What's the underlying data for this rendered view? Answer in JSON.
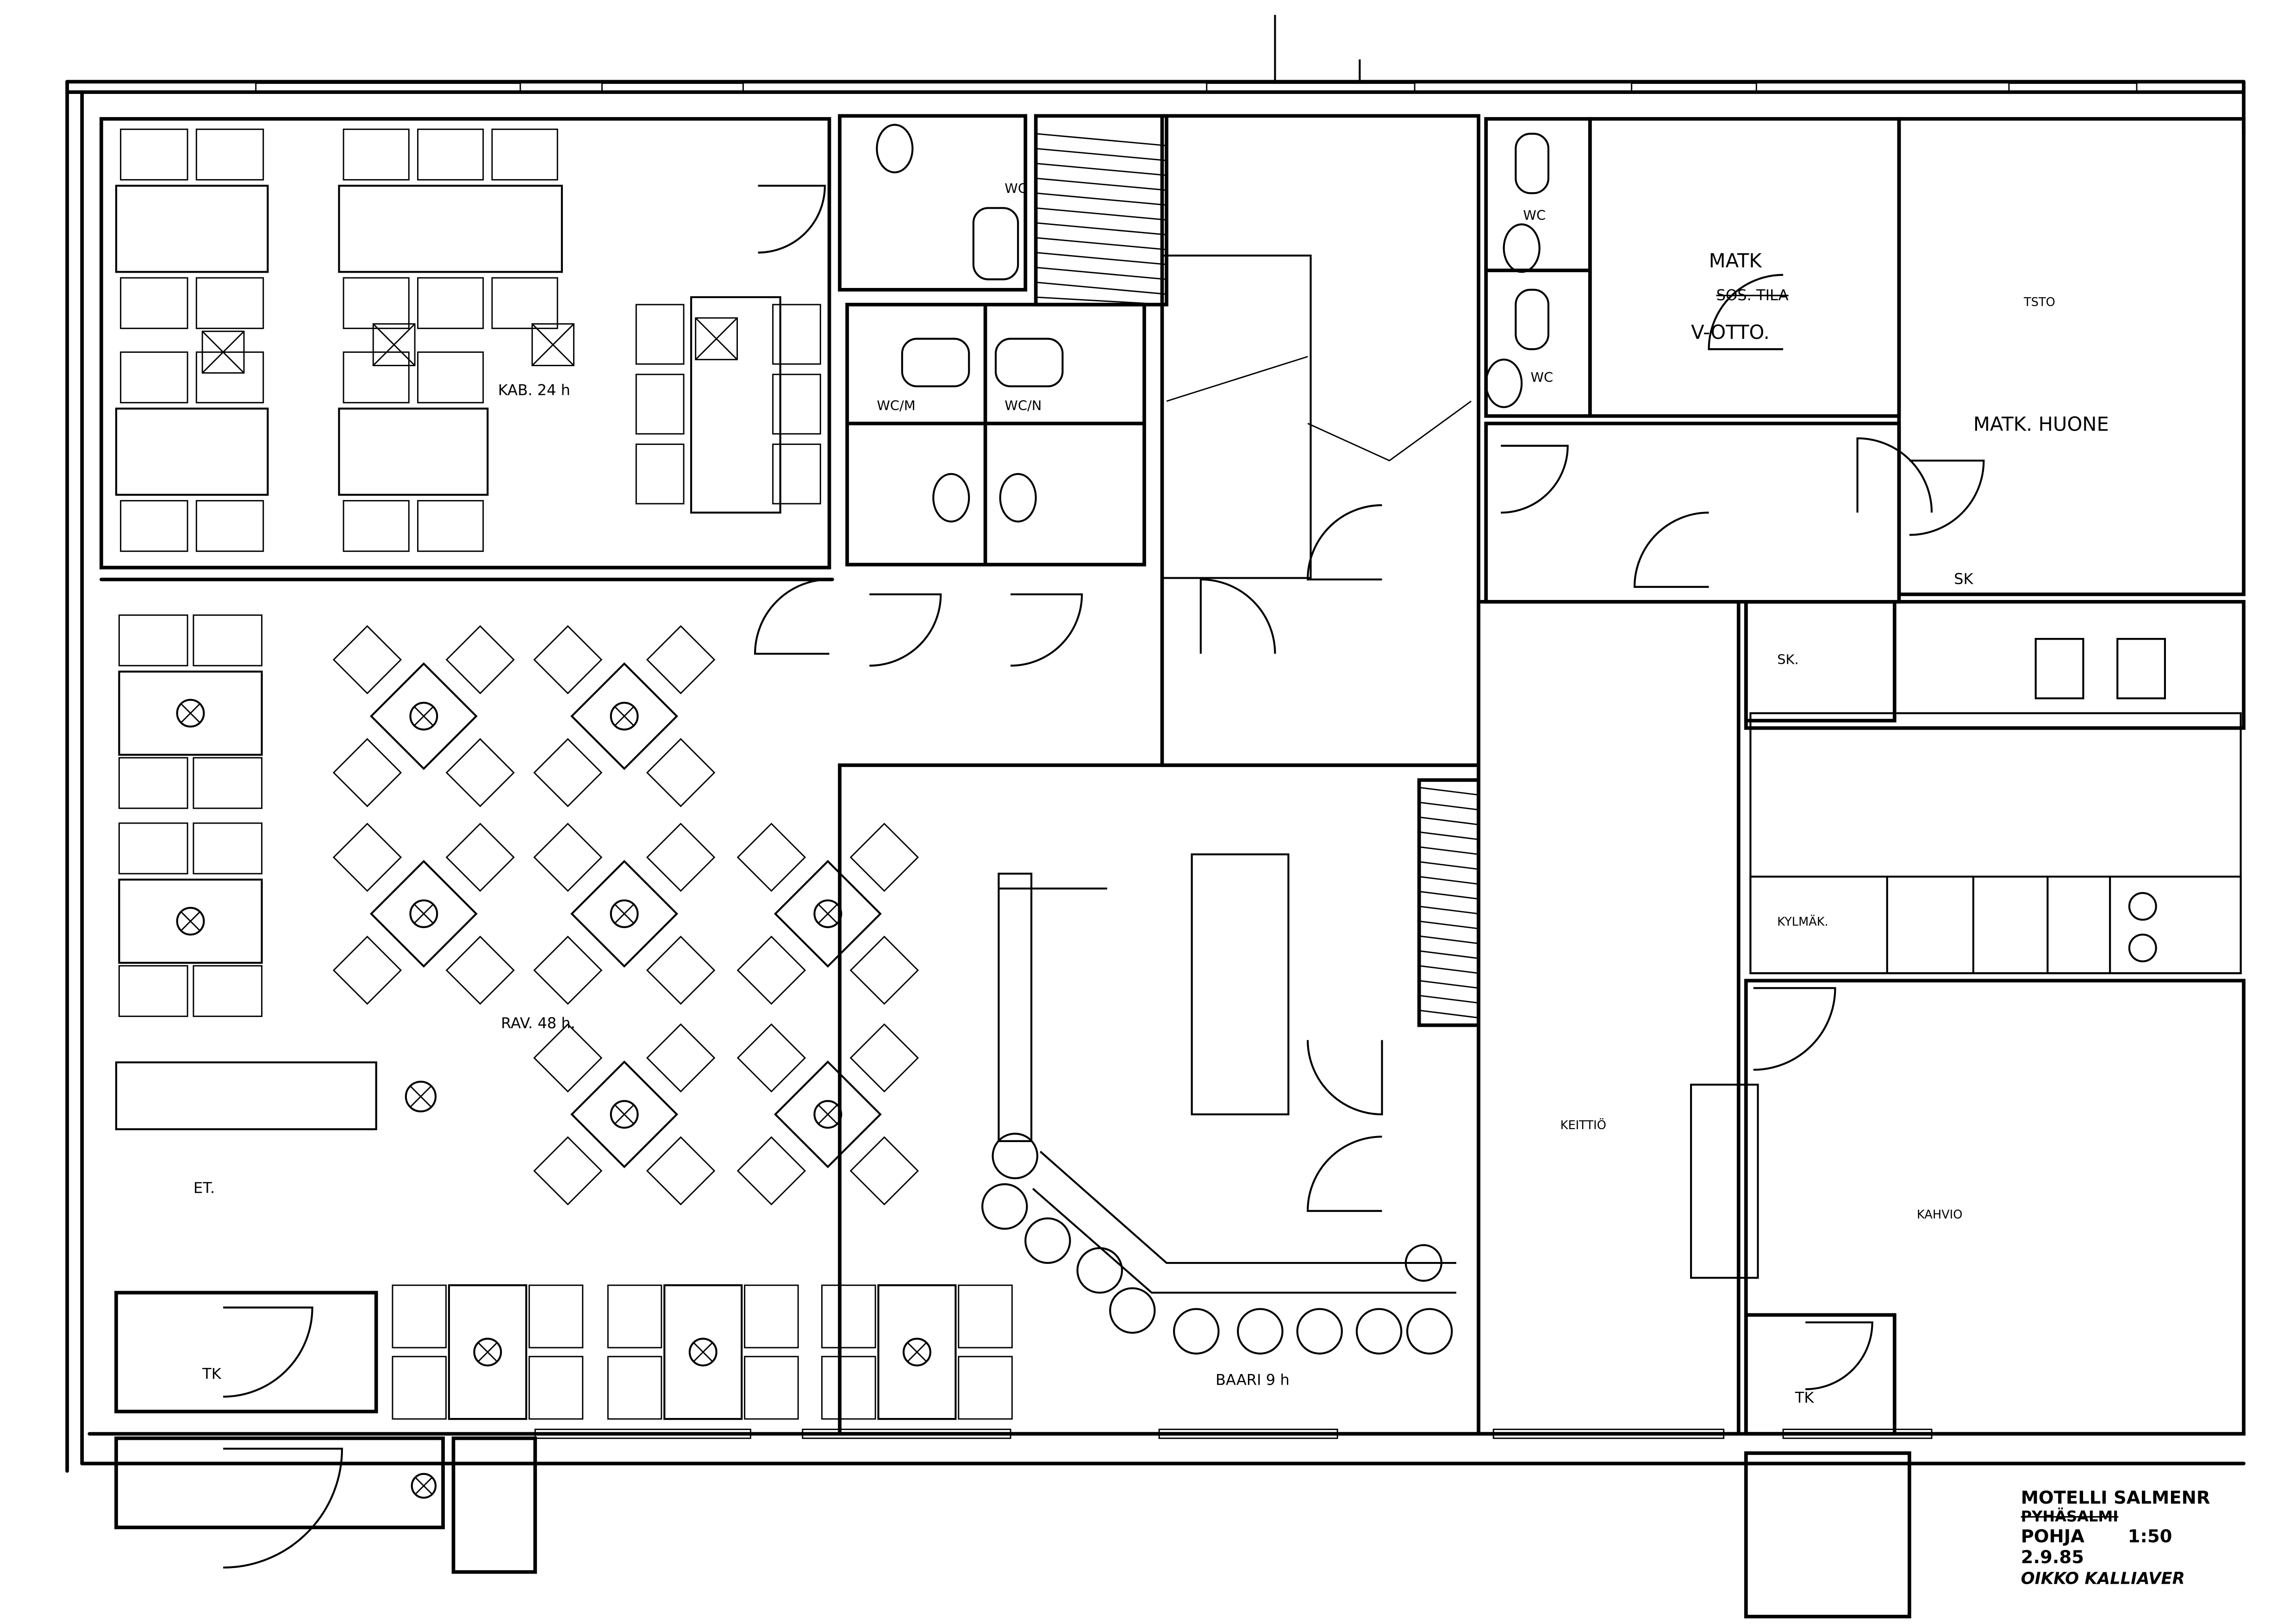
{
  "drawing": {
    "type": "architectural floor plan",
    "line_color": "#000000",
    "background": "#ffffff"
  },
  "rooms": {
    "cabinet": "KAB. 24 h",
    "restaurant": "RAV. 48 h.",
    "entrance": "ET.",
    "bar": "BAARI 9 h",
    "kitchen": "KEITTIÖ",
    "cafe": "KAHVIO",
    "cold_storage": "KYLMÄK.",
    "cleaning_top": "SK.",
    "cleaning_corridor": "SK",
    "wind_lobby_left": "TK",
    "wind_lobby_right": "TK",
    "office": "TSTO",
    "luggage_title": "MATK",
    "luggage_struck": "SOS. TILA",
    "luggage_sub": "V-OTTO.",
    "travel_room": "MATK. HUONE",
    "wc_top": "WC",
    "wc_right_1": "WC",
    "wc_right_2": "WC",
    "wc_men": "WC/M",
    "wc_women": "WC/N"
  },
  "title_block": {
    "project": "MOTELLI SALMENR",
    "location": "PYHÄSALMI",
    "sheet": "POHJA",
    "scale": "1:50",
    "date": "2.9.85",
    "author": "OIKKO KALLIAVER"
  }
}
